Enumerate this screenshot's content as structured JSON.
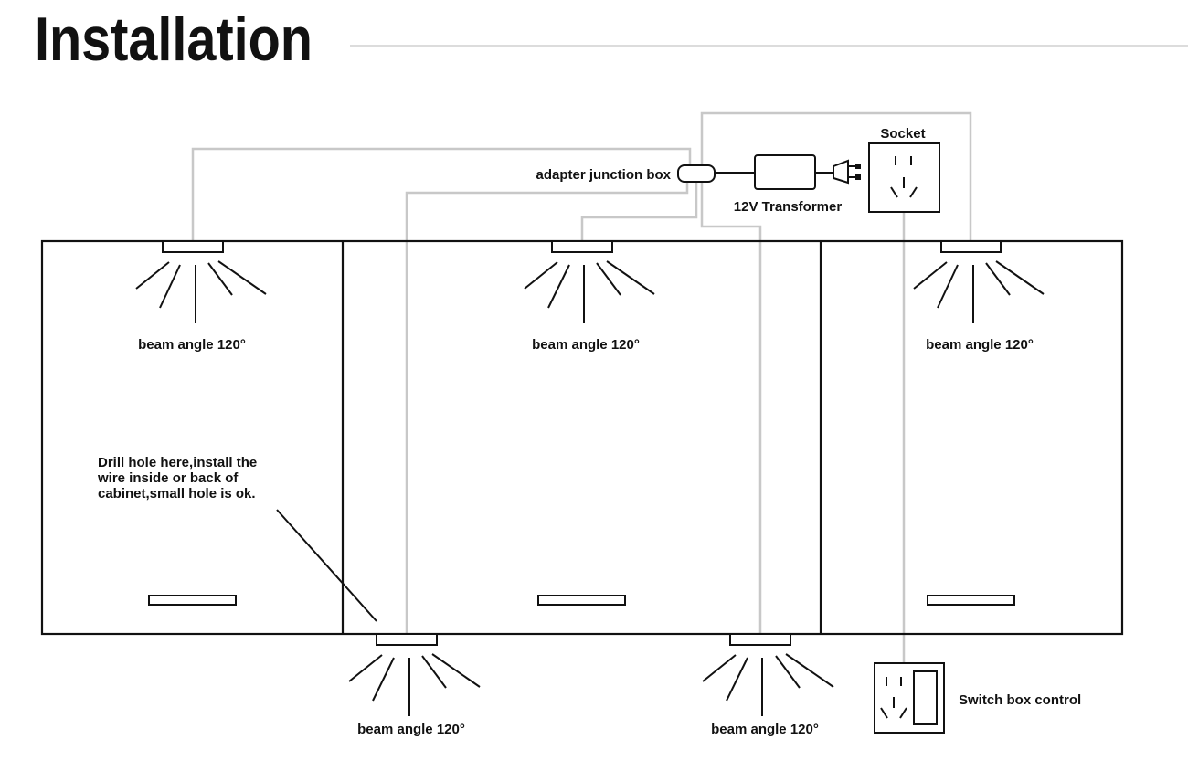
{
  "title": "Installation",
  "labels": {
    "adapter_junction_box": "adapter junction box",
    "transformer": "12V Transformer",
    "socket": "Socket",
    "switch_box": "Switch box control",
    "beam_angle": "beam angle 120°",
    "drill_note": [
      "Drill hole here,install the",
      "wire inside or back of",
      "cabinet,small hole is ok."
    ]
  },
  "colors": {
    "ink": "#111111",
    "wire": "#c8c8c8",
    "divider": "#d0d0d0"
  }
}
